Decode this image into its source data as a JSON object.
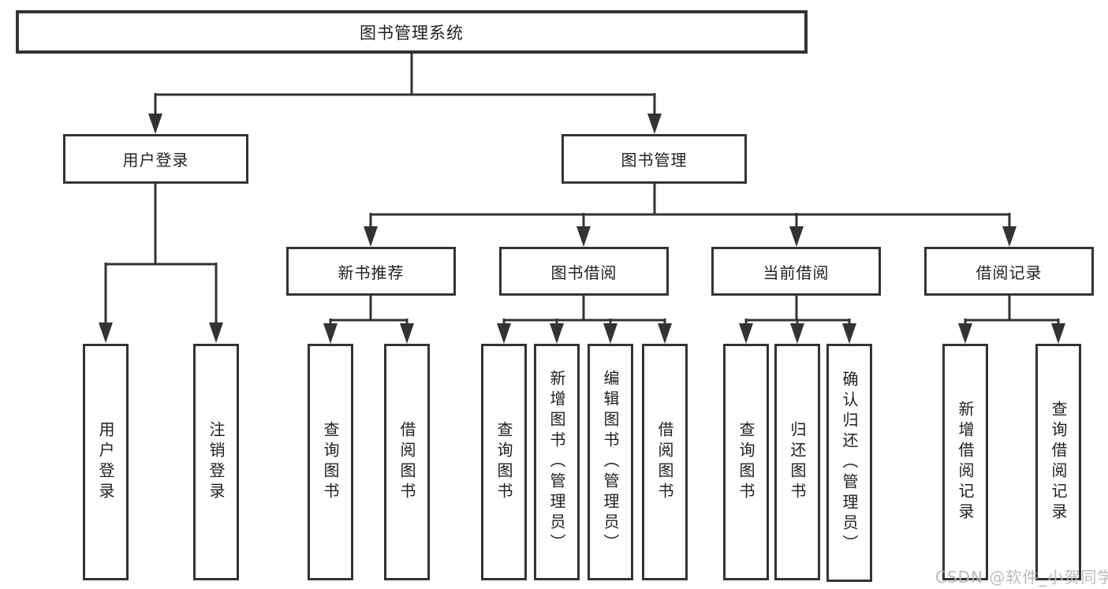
{
  "diagram": {
    "title": "图书管理系统",
    "root": {
      "label": "图书管理系统"
    },
    "branches": [
      {
        "label": "用户登录"
      },
      {
        "label": "图书管理"
      }
    ],
    "modules": [
      {
        "label": "新书推荐"
      },
      {
        "label": "图书借阅"
      },
      {
        "label": "当前借阅"
      },
      {
        "label": "借阅记录"
      }
    ],
    "leaves": [
      {
        "label": "用户登录"
      },
      {
        "label": "注销登录"
      },
      {
        "label": "查询图书"
      },
      {
        "label": "借阅图书"
      },
      {
        "label": "查询图书"
      },
      {
        "label": "新增图书（管理员）"
      },
      {
        "label": "编辑图书（管理员）"
      },
      {
        "label": "借阅图书"
      },
      {
        "label": "查询图书"
      },
      {
        "label": "归还图书"
      },
      {
        "label": "确认归还（管理员）"
      },
      {
        "label": "新增借阅记录"
      },
      {
        "label": "查询借阅记录"
      }
    ]
  },
  "watermark": {
    "text": "CSDN @软件_小贺同学"
  },
  "colors": {
    "line": "#333333",
    "box_border": "#333333",
    "box_fill": "#ffffff",
    "text": "#1f1f1f",
    "watermark": "#b7bbc2"
  }
}
